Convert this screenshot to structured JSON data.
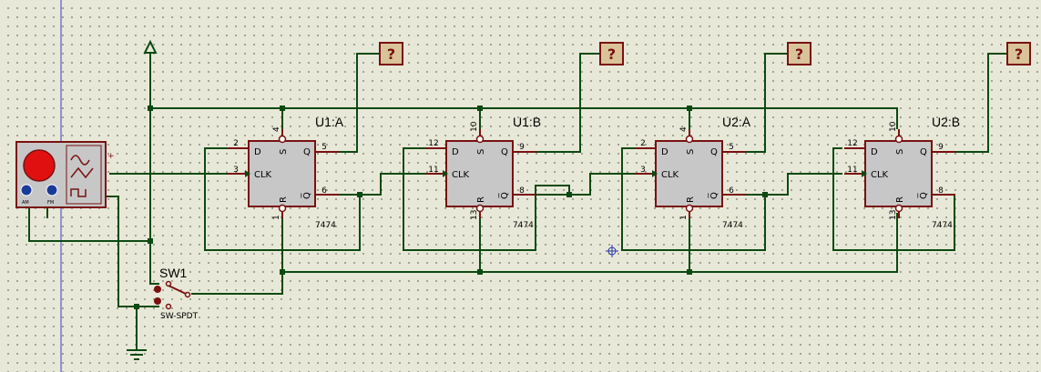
{
  "chips": [
    {
      "ref": "U1:A",
      "model": "7474",
      "pins": {
        "d": "2",
        "clk": "3",
        "s": "4",
        "r": "1",
        "q": "5",
        "qn": "6"
      }
    },
    {
      "ref": "U1:B",
      "model": "7474",
      "pins": {
        "d": "12",
        "clk": "11",
        "s": "10",
        "r": "13",
        "q": "9",
        "qn": "8"
      }
    },
    {
      "ref": "U2:A",
      "model": "7474",
      "pins": {
        "d": "2",
        "clk": "3",
        "s": "4",
        "r": "1",
        "q": "5",
        "qn": "6"
      }
    },
    {
      "ref": "U2:B",
      "model": "7474",
      "pins": {
        "d": "12",
        "clk": "11",
        "s": "10",
        "r": "13",
        "q": "9",
        "qn": "8"
      }
    }
  ],
  "chip_signals": {
    "d": "D",
    "s": "S",
    "q": "Q",
    "clk": "CLK",
    "r": "R",
    "qn": "Q̅"
  },
  "probes": [
    "?",
    "?",
    "?",
    "?"
  ],
  "switch": {
    "ref": "SW1",
    "model": "SW-SPDT"
  },
  "generator": {
    "knob_labels": [
      "AM",
      "FM"
    ]
  },
  "colors": {
    "wire": "#0b4a12",
    "body": "#c7c7c7",
    "outline": "#7a1010",
    "knob": "#e01010",
    "background": "#e8e8d8"
  }
}
